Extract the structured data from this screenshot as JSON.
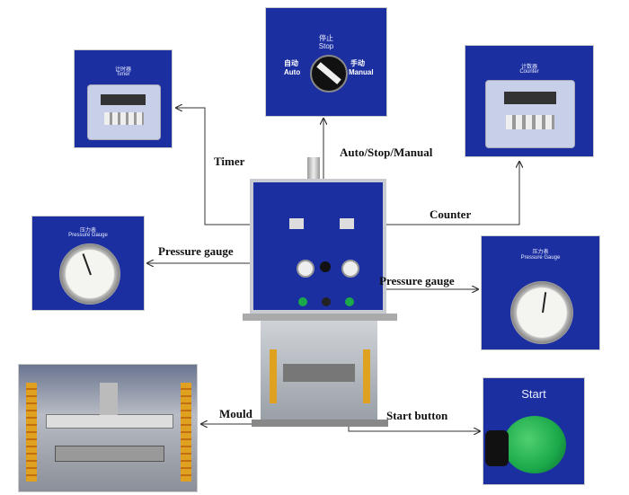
{
  "labels": {
    "timer": "Timer",
    "auto_stop_manual": "Auto/Stop/Manual",
    "counter": "Counter",
    "pressure_gauge_left": "Pressure gauge",
    "pressure_gauge_right": "Pressure gauge",
    "mould": "Mould",
    "start_button": "Start button"
  },
  "photos": {
    "timer": {
      "cn": "计时器",
      "en": "Timer"
    },
    "switch": {
      "stop_cn": "停止",
      "stop_en": "Stop",
      "auto_cn": "自动",
      "auto_en": "Auto",
      "manual_cn": "手动",
      "manual_en": "Manual"
    },
    "counter": {
      "cn": "计数器",
      "en": "Counter"
    },
    "gauge_left": {
      "cn": "压力表",
      "en": "Pressure Gauge"
    },
    "gauge_right": {
      "cn": "压力表",
      "en": "Pressure Gauge"
    },
    "start": {
      "label": "Start"
    }
  },
  "colors": {
    "panel": "#1c2fa0",
    "arrow": "#333333",
    "button": "#1aa84a"
  }
}
